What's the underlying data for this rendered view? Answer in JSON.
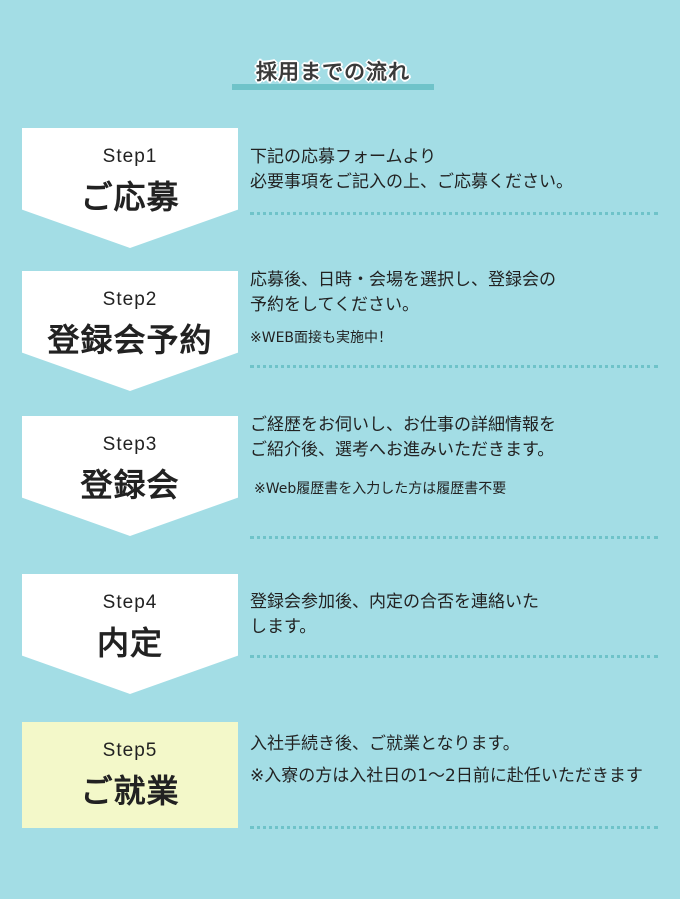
{
  "title": "採用までの流れ",
  "steps": [
    {
      "num": "Step1",
      "name": "ご応募",
      "lines": [
        "下記の応募フォームより",
        "必要事項をご記入の上、ご応募ください。"
      ]
    },
    {
      "num": "Step2",
      "name": "登録会予約",
      "lines": [
        "応募後、日時・会場を選択し、登録会の",
        "予約をしてください。"
      ],
      "note": "※WEB面接も実施中！"
    },
    {
      "num": "Step3",
      "name": "登録会",
      "lines": [
        "ご経歴をお伺いし、お仕事の詳細情報を",
        "ご紹介後、選考へお進みいただきます。"
      ],
      "note": "※Web履歴書を入力した方は履歴書不要"
    },
    {
      "num": "Step4",
      "name": "内定",
      "lines": [
        "登録会参加後、内定の合否を連絡いた",
        "します。"
      ]
    },
    {
      "num": "Step5",
      "name": "ご就業",
      "lines": [
        "入社手続き後、ご就業となります。"
      ],
      "note": "※入寮の方は入社日の1〜2日前に赴任いただきます"
    }
  ],
  "colors": {
    "background": "#a3dde5",
    "accent": "#6fc3c9",
    "highlight": "#f3f8c9"
  }
}
